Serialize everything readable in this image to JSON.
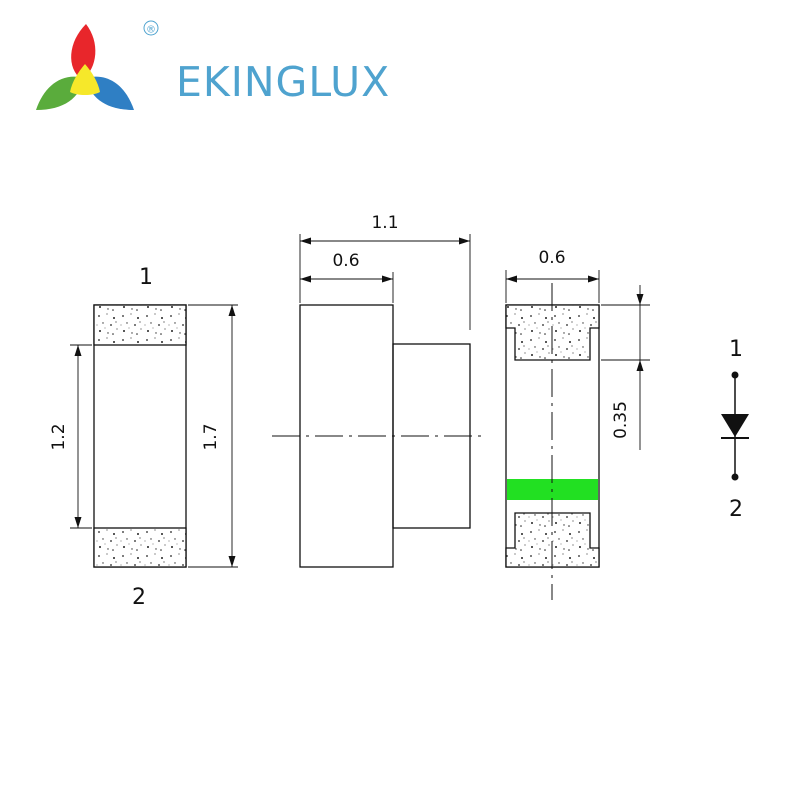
{
  "brand": {
    "name": "EKINGLUX",
    "registered_mark": "®",
    "colors": {
      "red": "#e8262b",
      "yellow": "#f6e82a",
      "green": "#5aac3c",
      "blue": "#2f7fc4",
      "text": "#4fa3cf"
    }
  },
  "top_view": {
    "pin_top": "1",
    "pin_bottom": "2",
    "dim_inner_height": "1.2",
    "dim_total_height": "1.7"
  },
  "side_view": {
    "dim_total_width": "1.1",
    "dim_body_width": "0.6"
  },
  "end_view": {
    "dim_width": "0.6",
    "dim_pad_height": "0.35",
    "polarity_color": "#22e022"
  },
  "diode_symbol": {
    "anode_label": "1",
    "cathode_label": "2",
    "icon": "diode-icon"
  }
}
